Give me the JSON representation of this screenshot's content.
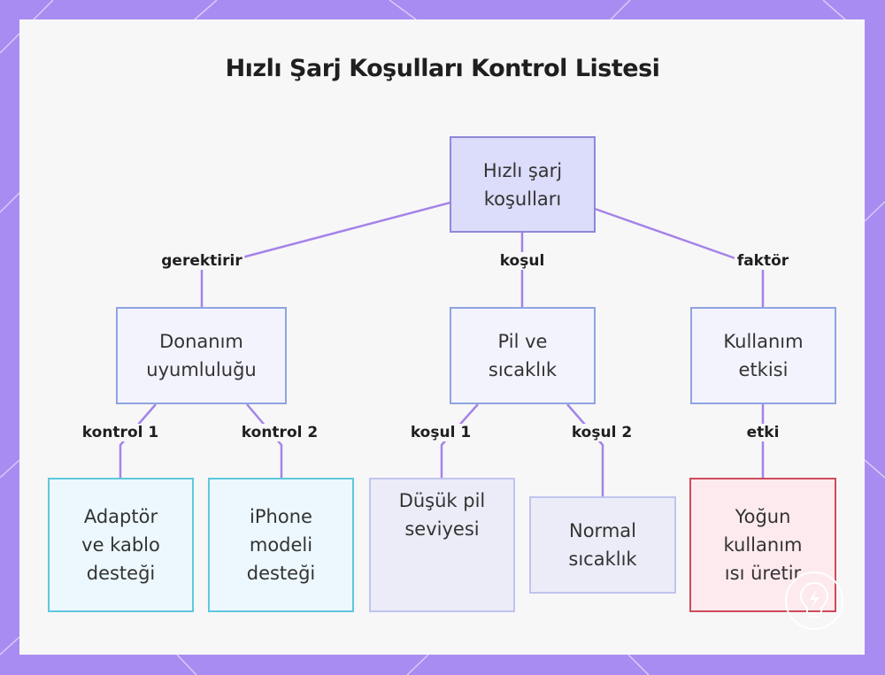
{
  "title": "Hızlı Şarj Koşulları Kontrol Listesi",
  "nodes": {
    "root": "Hızlı şarj\nkoşulları",
    "hardware": "Donanım\nuyumluluğu",
    "battery": "Pil ve\nsıcaklık",
    "usage": "Kullanım\netkisi",
    "adapter": "Adaptör\nve kablo\ndesteği",
    "iphone": "iPhone\nmodeli\ndesteği",
    "lowbattery": "Düşük pil\nseviyesi",
    "normaltemp": "Normal\nsıcaklık",
    "heavyuse": "Yoğun\nkullanım\nısı üretir"
  },
  "edges": {
    "requires": "gerektirir",
    "condition": "koşul",
    "factor": "faktör",
    "control1": "kontrol 1",
    "control2": "kontrol 2",
    "condition1": "koşul 1",
    "condition2": "koşul 2",
    "effect": "etki"
  },
  "colors": {
    "frame": "#a98cf2",
    "edge": "#a583e8",
    "root_fill": "#dcdcfb",
    "cyan_border": "#5ec8dd",
    "red_border": "#cf4b5a"
  },
  "icons": [
    "lightning-bulb-icon"
  ]
}
